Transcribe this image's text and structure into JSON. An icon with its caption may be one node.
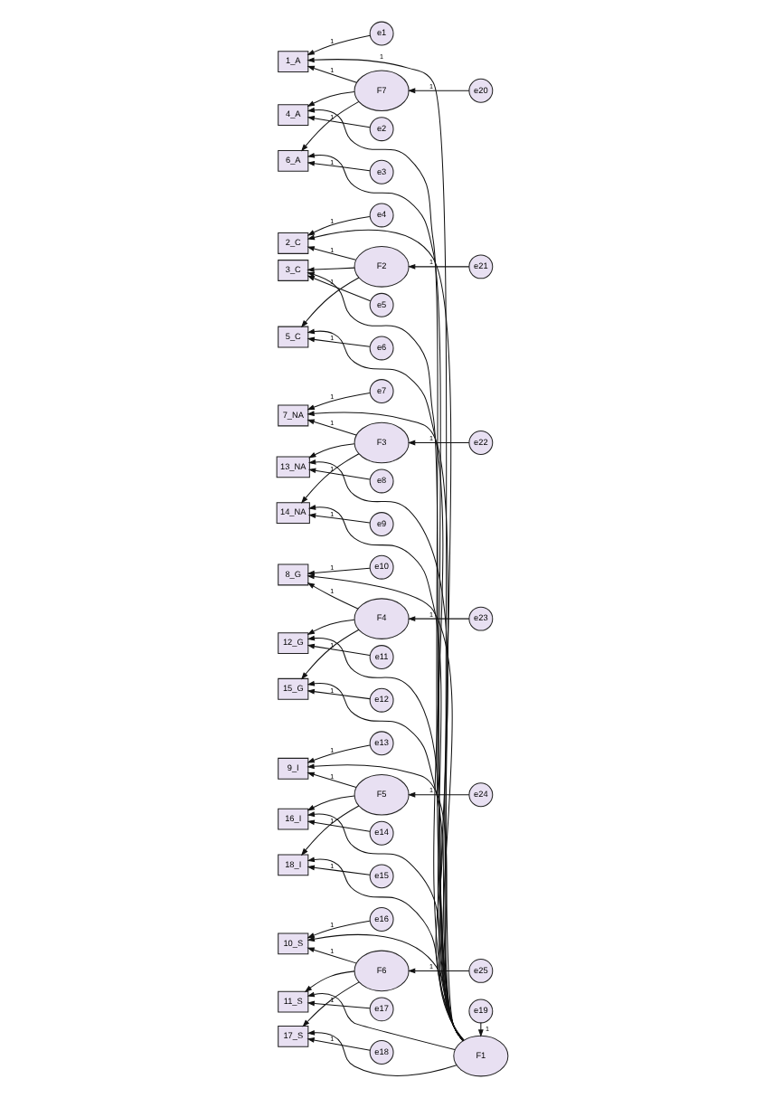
{
  "diagram": {
    "nodes": [
      {
        "text": [
          "1_A"
        ]
      },
      {
        "text": [
          "4_A"
        ]
      },
      {
        "text": [
          "6_A"
        ]
      },
      {
        "text": [
          "2_C"
        ]
      },
      {
        "text": [
          "3_C"
        ]
      },
      {
        "text": [
          "5_C"
        ]
      },
      {
        "text": [
          "7_NA"
        ]
      },
      {
        "text": [
          "13_NA"
        ]
      },
      {
        "text": [
          "14_NA"
        ]
      },
      {
        "text": [
          "8_G"
        ]
      },
      {
        "text": [
          "12_G"
        ]
      },
      {
        "text": [
          "15_G"
        ]
      },
      {
        "text": [
          "9_I"
        ]
      },
      {
        "text": [
          "16_I"
        ]
      },
      {
        "text": [
          "18_I"
        ]
      },
      {
        "text": [
          "10_S"
        ]
      },
      {
        "text": [
          "11_S"
        ]
      },
      {
        "text": [
          "17_S"
        ]
      },
      {
        "text": [
          "e1"
        ]
      },
      {
        "text": [
          "e2"
        ]
      },
      {
        "text": [
          "e3"
        ]
      },
      {
        "text": [
          "e4"
        ]
      },
      {
        "text": [
          "e5"
        ]
      },
      {
        "text": [
          "e6"
        ]
      },
      {
        "text": [
          "e7"
        ]
      },
      {
        "text": [
          "e8"
        ]
      },
      {
        "text": [
          "e9"
        ]
      },
      {
        "text": [
          "e10"
        ]
      },
      {
        "text": [
          "e11"
        ]
      },
      {
        "text": [
          "e12"
        ]
      },
      {
        "text": [
          "e13"
        ]
      },
      {
        "text": [
          "e14"
        ]
      },
      {
        "text": [
          "e15"
        ]
      },
      {
        "text": [
          "e16"
        ]
      },
      {
        "text": [
          "e17"
        ]
      },
      {
        "text": [
          "e18"
        ]
      },
      {
        "text": [
          "F1"
        ]
      },
      {
        "text": [
          "e19"
        ]
      },
      {
        "text": [
          "F7"
        ]
      },
      {
        "text": [
          "e20"
        ]
      },
      {
        "text": [
          "F2"
        ]
      },
      {
        "text": [
          "e21"
        ]
      },
      {
        "text": [
          "F3"
        ]
      },
      {
        "text": [
          "e22"
        ]
      },
      {
        "text": [
          "F4"
        ]
      },
      {
        "text": [
          "e23"
        ]
      },
      {
        "text": [
          "F5"
        ]
      },
      {
        "text": [
          "e24"
        ]
      },
      {
        "text": [
          "F6"
        ]
      },
      {
        "text": [
          "e25"
        ]
      }
    ],
    "edges": [
      {
        "from": 37,
        "to": 36,
        "arrow": "to",
        "label": "1"
      },
      {
        "from": 36,
        "to": 0,
        "arrow": "to",
        "label": "1"
      },
      {
        "from": 36,
        "to": 1,
        "arrow": "to"
      },
      {
        "from": 36,
        "to": 2,
        "arrow": "to"
      },
      {
        "from": 36,
        "to": 3,
        "arrow": "to"
      },
      {
        "from": 36,
        "to": 4,
        "arrow": "to"
      },
      {
        "from": 36,
        "to": 5,
        "arrow": "to"
      },
      {
        "from": 36,
        "to": 6,
        "arrow": "to"
      },
      {
        "from": 36,
        "to": 7,
        "arrow": "to"
      },
      {
        "from": 36,
        "to": 8,
        "arrow": "to"
      },
      {
        "from": 36,
        "to": 9,
        "arrow": "to"
      },
      {
        "from": 36,
        "to": 10,
        "arrow": "to"
      },
      {
        "from": 36,
        "to": 11,
        "arrow": "to"
      },
      {
        "from": 36,
        "to": 12,
        "arrow": "to"
      },
      {
        "from": 36,
        "to": 13,
        "arrow": "to"
      },
      {
        "from": 36,
        "to": 14,
        "arrow": "to"
      },
      {
        "from": 36,
        "to": 15,
        "arrow": "to"
      },
      {
        "from": 36,
        "to": 16,
        "arrow": "to"
      },
      {
        "from": 36,
        "to": 17,
        "arrow": "to"
      },
      {
        "from": 18,
        "to": 0,
        "arrow": "to",
        "label": "1"
      },
      {
        "from": 19,
        "to": 1,
        "arrow": "to",
        "label": "1"
      },
      {
        "from": 20,
        "to": 2,
        "arrow": "to",
        "label": "1"
      },
      {
        "from": 21,
        "to": 3,
        "arrow": "to",
        "label": "1"
      },
      {
        "from": 22,
        "to": 4,
        "arrow": "to",
        "label": "1"
      },
      {
        "from": 23,
        "to": 5,
        "arrow": "to",
        "label": "1"
      },
      {
        "from": 24,
        "to": 6,
        "arrow": "to",
        "label": "1"
      },
      {
        "from": 25,
        "to": 7,
        "arrow": "to",
        "label": "1"
      },
      {
        "from": 26,
        "to": 8,
        "arrow": "to",
        "label": "1"
      },
      {
        "from": 27,
        "to": 9,
        "arrow": "to",
        "label": "1"
      },
      {
        "from": 28,
        "to": 10,
        "arrow": "to",
        "label": "1"
      },
      {
        "from": 29,
        "to": 11,
        "arrow": "to",
        "label": "1"
      },
      {
        "from": 30,
        "to": 12,
        "arrow": "to",
        "label": "1"
      },
      {
        "from": 31,
        "to": 13,
        "arrow": "to",
        "label": "1"
      },
      {
        "from": 32,
        "to": 14,
        "arrow": "to",
        "label": "1"
      },
      {
        "from": 33,
        "to": 15,
        "arrow": "to",
        "label": "1"
      },
      {
        "from": 34,
        "to": 16,
        "arrow": "to",
        "label": "1"
      },
      {
        "from": 35,
        "to": 17,
        "arrow": "to",
        "label": "1"
      },
      {
        "from": 39,
        "to": 38,
        "arrow": "to",
        "label": "1"
      },
      {
        "from": 38,
        "to": 0,
        "arrow": "to",
        "label": "1"
      },
      {
        "from": 38,
        "to": 1,
        "arrow": "to"
      },
      {
        "from": 38,
        "to": 2,
        "arrow": "to"
      },
      {
        "from": 41,
        "to": 40,
        "arrow": "to",
        "label": "1"
      },
      {
        "from": 40,
        "to": 3,
        "arrow": "to",
        "label": "1"
      },
      {
        "from": 40,
        "to": 4,
        "arrow": "to"
      },
      {
        "from": 40,
        "to": 5,
        "arrow": "to"
      },
      {
        "from": 43,
        "to": 42,
        "arrow": "to",
        "label": "1"
      },
      {
        "from": 42,
        "to": 6,
        "arrow": "to",
        "label": "1"
      },
      {
        "from": 42,
        "to": 7,
        "arrow": "to"
      },
      {
        "from": 42,
        "to": 8,
        "arrow": "to"
      },
      {
        "from": 45,
        "to": 44,
        "arrow": "to",
        "label": "1"
      },
      {
        "from": 44,
        "to": 9,
        "arrow": "to",
        "label": "1"
      },
      {
        "from": 44,
        "to": 10,
        "arrow": "to"
      },
      {
        "from": 44,
        "to": 11,
        "arrow": "to"
      },
      {
        "from": 47,
        "to": 46,
        "arrow": "to",
        "label": "1"
      },
      {
        "from": 46,
        "to": 12,
        "arrow": "to",
        "label": "1"
      },
      {
        "from": 46,
        "to": 13,
        "arrow": "to"
      },
      {
        "from": 46,
        "to": 14,
        "arrow": "to"
      },
      {
        "from": 49,
        "to": 48,
        "arrow": "to",
        "label": "1"
      },
      {
        "from": 48,
        "to": 15,
        "arrow": "to",
        "label": "1"
      },
      {
        "from": 48,
        "to": 16,
        "arrow": "to"
      },
      {
        "from": 48,
        "to": 17,
        "arrow": "to"
      }
    ]
  }
}
